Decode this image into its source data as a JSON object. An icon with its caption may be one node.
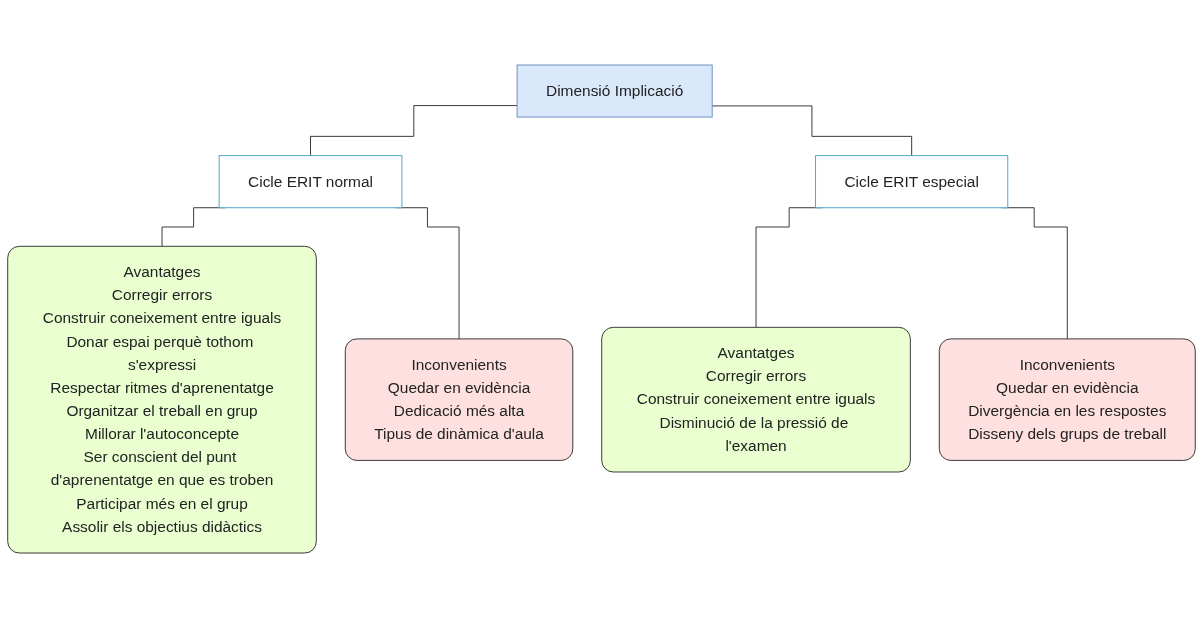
{
  "diagram": {
    "nodes": [
      {
        "text": [
          "Dimensió Implicació"
        ]
      },
      {
        "text": [
          "Cicle ERIT normal"
        ]
      },
      {
        "text": [
          "Cicle ERIT especial"
        ]
      },
      {
        "text": [
          "Avantatges",
          "Corregir errors",
          "Construir coneixement entre iguals",
          "Donar espai perquè tothom s'expressi",
          "Respectar ritmes d'aprenentatge",
          "Organitzar el treball en grup",
          "Millorar l'autoconcepte",
          "Ser conscient del punt d'aprenentatge en que es troben",
          "Participar més en el grup",
          "Assolir els objectius didàctics"
        ]
      },
      {
        "text": [
          "Inconvenients",
          "Quedar en evidència",
          "Dedicació més alta",
          "Tipus de dinàmica d'aula"
        ]
      },
      {
        "text": [
          "Avantatges",
          "Corregir errors",
          "Construir coneixement entre iguals",
          "Disminució de la pressió de l'examen"
        ]
      },
      {
        "text": [
          "Inconvenients",
          "Quedar en evidència",
          "Divergència en les respostes",
          "Disseny dels grups de treball"
        ]
      }
    ],
    "edges": [
      {
        "from": 0,
        "to": 1,
        "arrow": "none"
      },
      {
        "from": 0,
        "to": 2,
        "arrow": "none"
      },
      {
        "from": 1,
        "to": 3,
        "arrow": "none"
      },
      {
        "from": 1,
        "to": 4,
        "arrow": "none"
      },
      {
        "from": 2,
        "to": 5,
        "arrow": "none"
      },
      {
        "from": 2,
        "to": 6,
        "arrow": "none"
      }
    ]
  }
}
